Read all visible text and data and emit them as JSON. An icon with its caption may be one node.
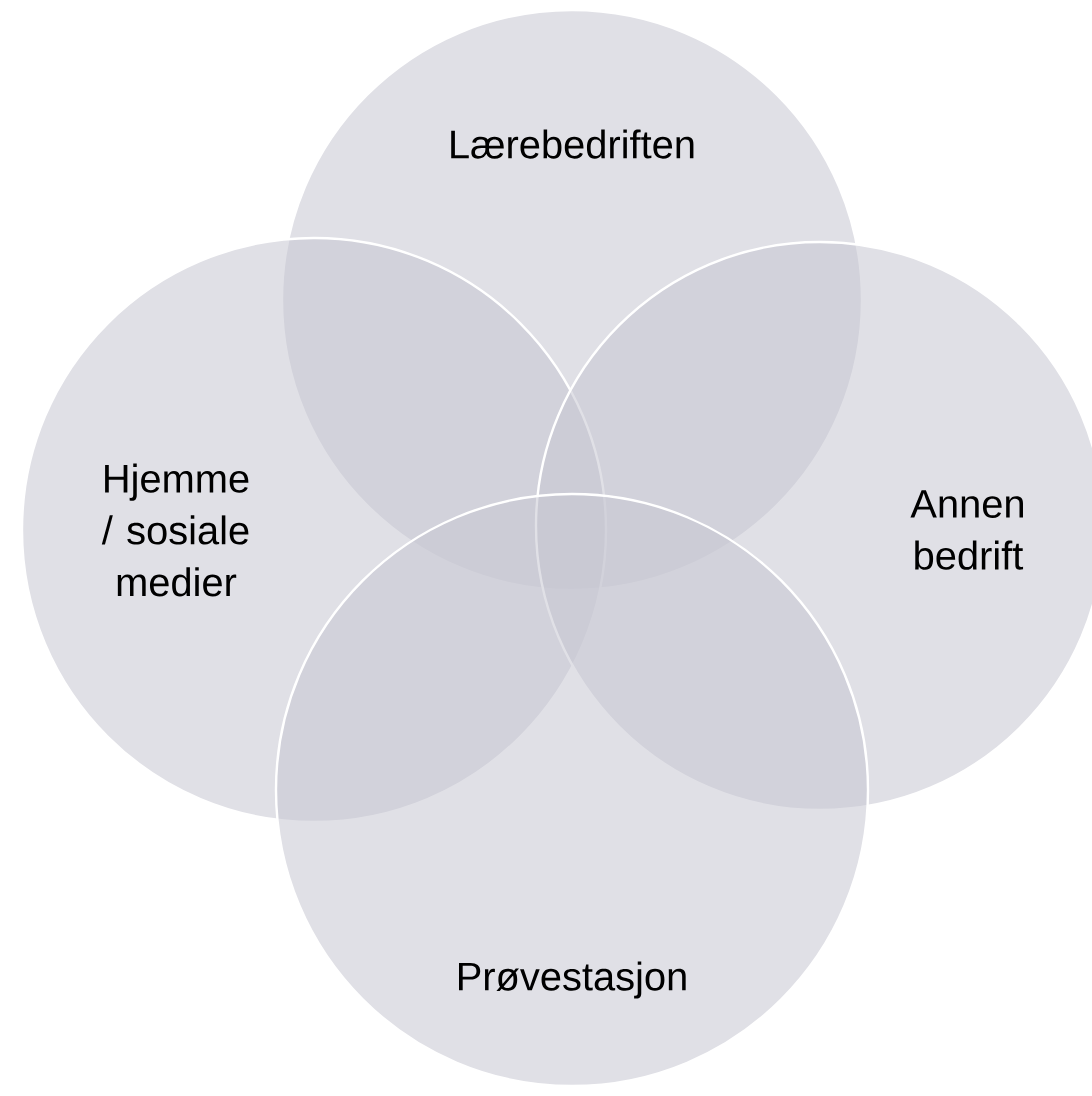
{
  "diagram": {
    "nodes": [
      {
        "text": [
          "Lærebedriften"
        ]
      },
      {
        "text": [
          "Hjemme / sosiale medier"
        ]
      },
      {
        "text": [
          "Annen bedrift"
        ]
      },
      {
        "text": [
          "Prøvestasjon"
        ]
      }
    ]
  }
}
